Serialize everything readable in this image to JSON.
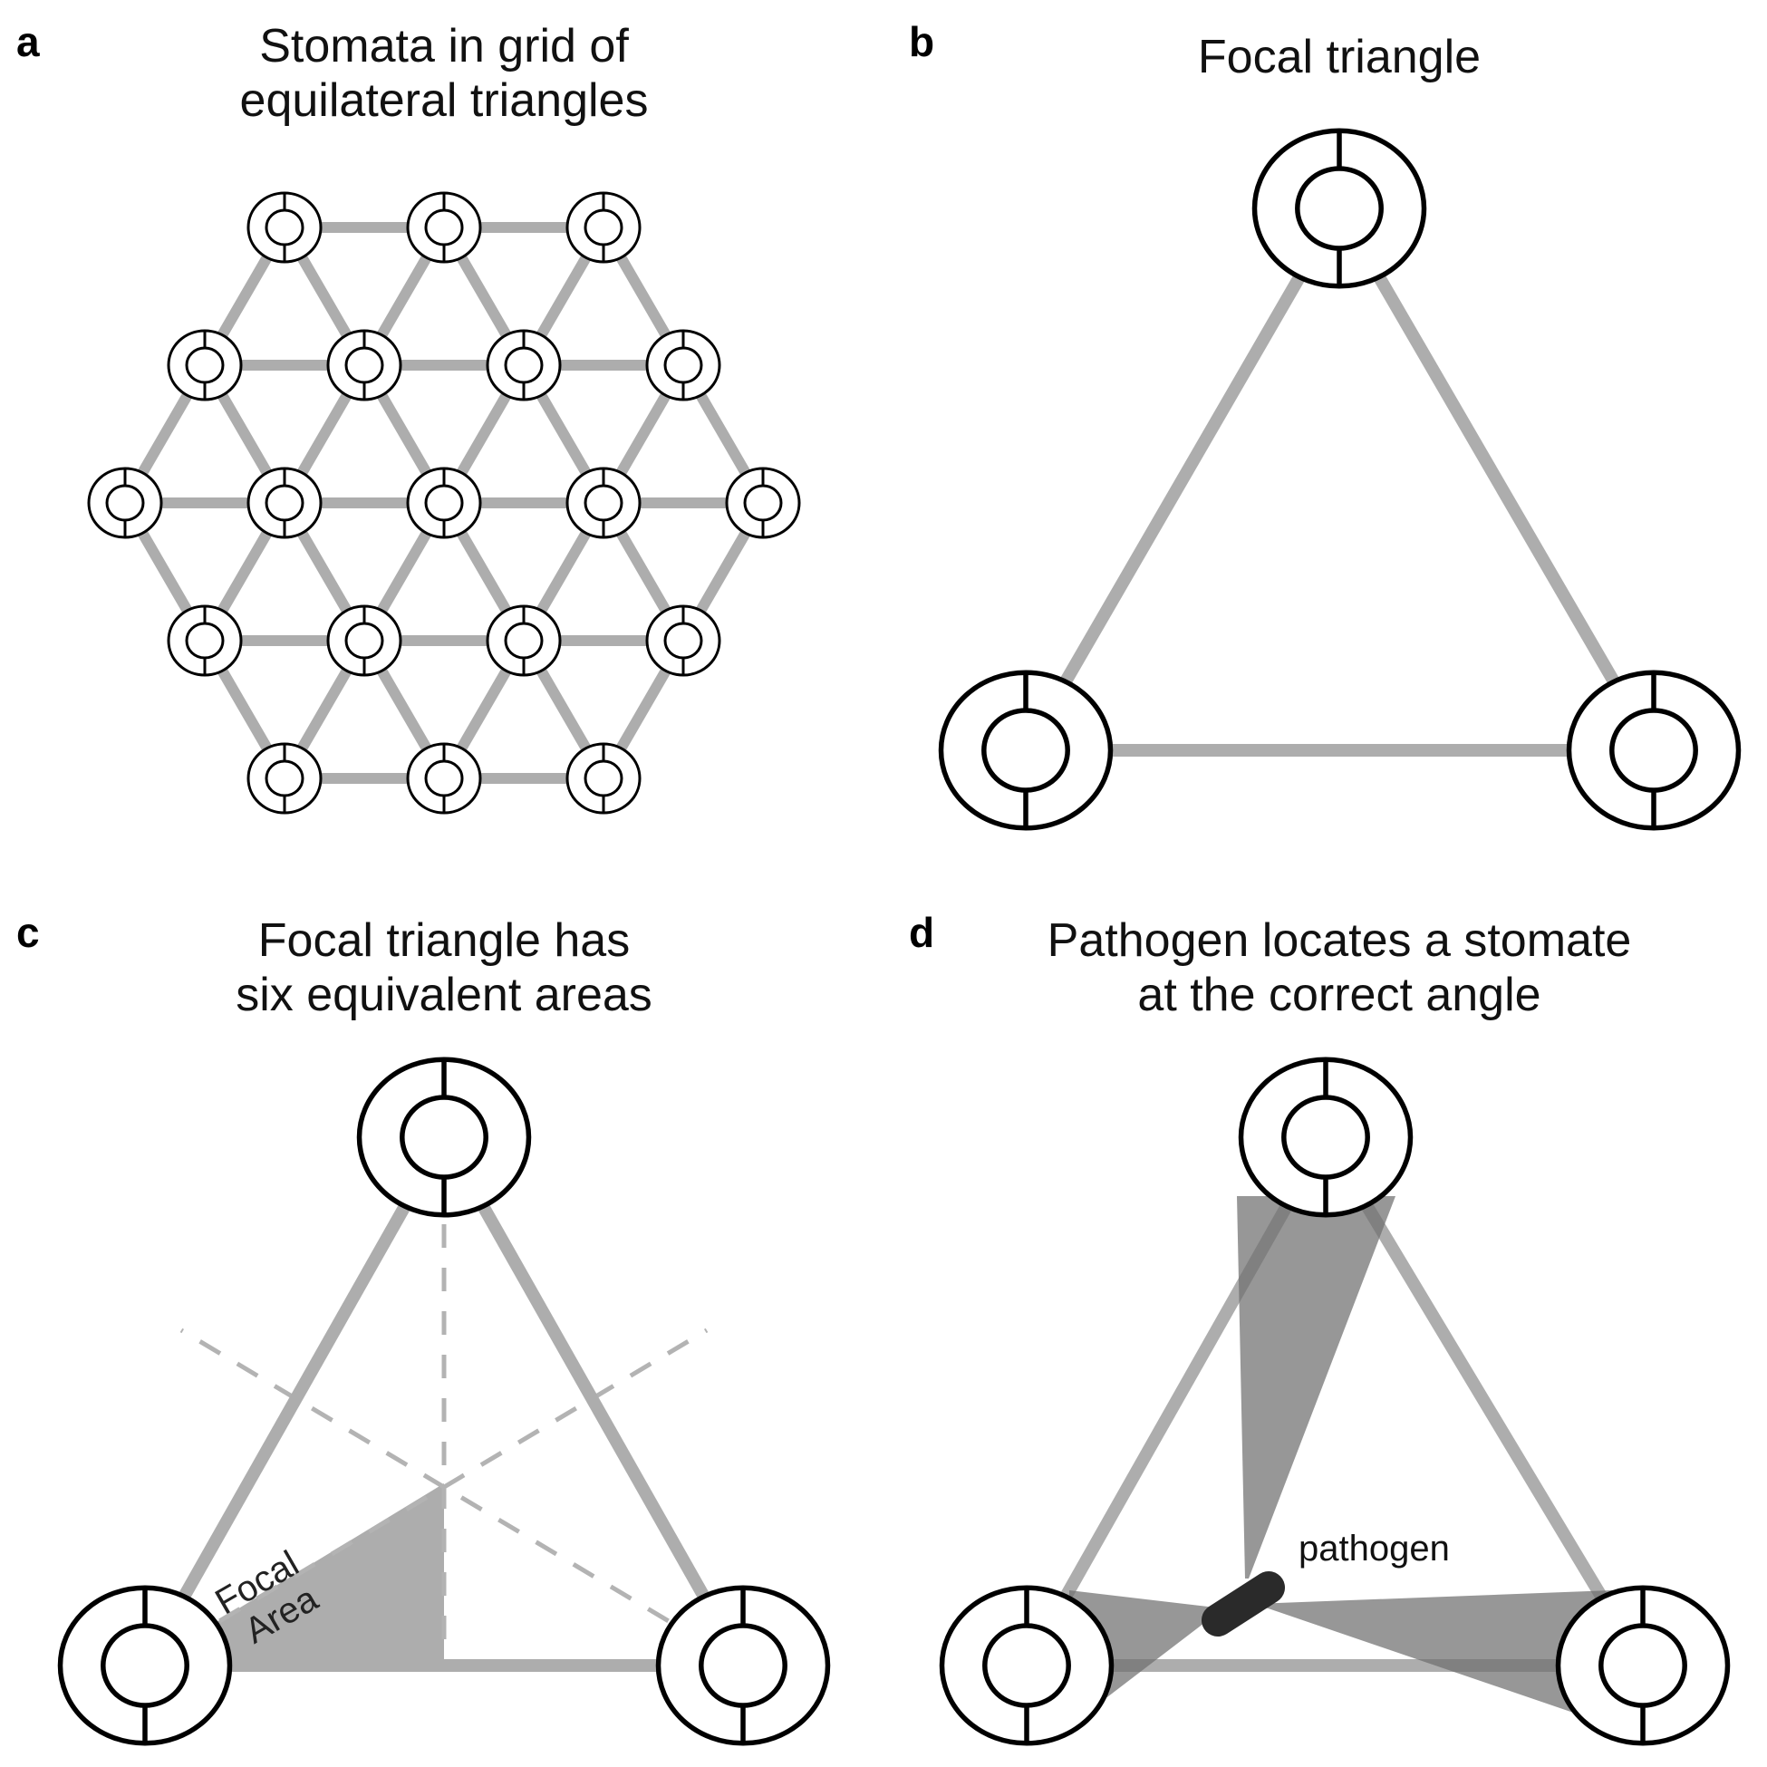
{
  "panels": {
    "a": {
      "label": "a",
      "title_lines": [
        "Stomata in grid of",
        "equilateral triangles"
      ]
    },
    "b": {
      "label": "b",
      "title_lines": [
        "Focal triangle"
      ]
    },
    "c": {
      "label": "c",
      "title_lines": [
        "Focal triangle has",
        "six equivalent areas"
      ],
      "area_label_lines": [
        "Focal",
        "Area"
      ]
    },
    "d": {
      "label": "d",
      "title_lines": [
        "Pathogen locates a stomate",
        "at the correct angle"
      ],
      "pathogen_label": "pathogen"
    }
  },
  "colors": {
    "edge": "#adadad",
    "dashed": "#b3b3b3",
    "focal_area": "#adadad",
    "beam": "#6f6f6f",
    "pathogen": "#2a2a2a",
    "outline": "#000000"
  },
  "icons": [
    "stoma-icon"
  ]
}
